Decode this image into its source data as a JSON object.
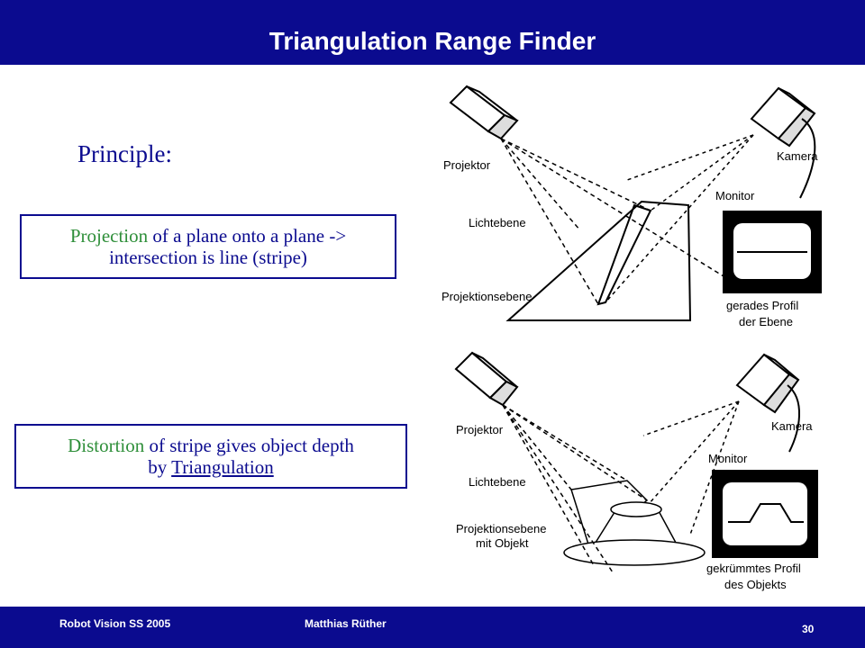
{
  "slide": {
    "title": "Triangulation Range Finder",
    "principle_label": "Principle:",
    "box1": {
      "highlight": "Projection",
      "rest_line1": " of a plane onto a plane ->",
      "line2": "intersection is line (stripe)"
    },
    "box2": {
      "highlight": "Distortion",
      "rest_line1": " of stripe gives object depth",
      "line2_prefix": "by ",
      "line2_link": "Triangulation"
    },
    "colors": {
      "bar": "#0b0b8f",
      "text": "#0b0b8f",
      "highlight": "#2f8f3a"
    }
  },
  "diagram_top": {
    "projector": "Projektor",
    "camera": "Kamera",
    "monitor": "Monitor",
    "light_plane": "Lichtebene",
    "projection_plane": "Projektionsebene",
    "profile_line1": "gerades Profil",
    "profile_line2": "der Ebene"
  },
  "diagram_bottom": {
    "projector": "Projektor",
    "camera": "Kamera",
    "monitor": "Monitor",
    "light_plane": "Lichtebene",
    "projection_plane_line1": "Projektionsebene",
    "projection_plane_line2": "mit Objekt",
    "profile_line1": "gekrümmtes Profil",
    "profile_line2": "des Objekts"
  },
  "footer": {
    "course": "Robot Vision SS 2005",
    "author": "Matthias Rüther",
    "page": "30"
  }
}
